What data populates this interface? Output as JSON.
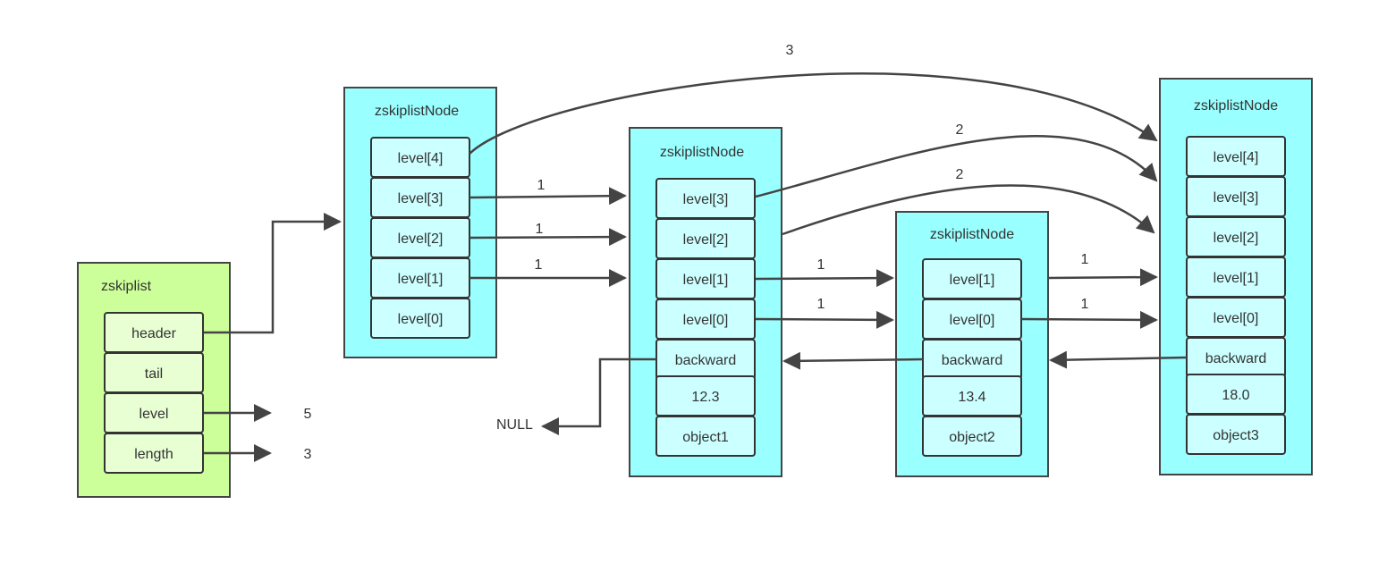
{
  "zskiplist": {
    "title": "zskiplist",
    "fields": [
      "header",
      "tail",
      "level",
      "length"
    ],
    "level_value": "5",
    "length_value": "3"
  },
  "header_node": {
    "title": "zskiplistNode",
    "levels": [
      "level[4]",
      "level[3]",
      "level[2]",
      "level[1]",
      "level[0]"
    ]
  },
  "node1": {
    "title": "zskiplistNode",
    "levels": [
      "level[3]",
      "level[2]",
      "level[1]",
      "level[0]"
    ],
    "backward": "backward",
    "score": "12.3",
    "obj": "object1"
  },
  "node2": {
    "title": "zskiplistNode",
    "levels": [
      "level[1]",
      "level[0]"
    ],
    "backward": "backward",
    "score": "13.4",
    "obj": "object2"
  },
  "node3": {
    "title": "zskiplistNode",
    "levels": [
      "level[4]",
      "level[3]",
      "level[2]",
      "level[1]",
      "level[0]"
    ],
    "backward": "backward",
    "score": "18.0",
    "obj": "object3"
  },
  "null_label": "NULL",
  "spans": {
    "h4_to_n3": "3",
    "h3_to_n1": "1",
    "h2_to_n1": "1",
    "h1_to_n1": "1",
    "n1l3_to_n3": "2",
    "n1l2_to_n3": "2",
    "n1l1_to_n2": "1",
    "n1l0_to_n2": "1",
    "n2l1_to_n3": "1",
    "n2l0_to_n3": "1"
  }
}
